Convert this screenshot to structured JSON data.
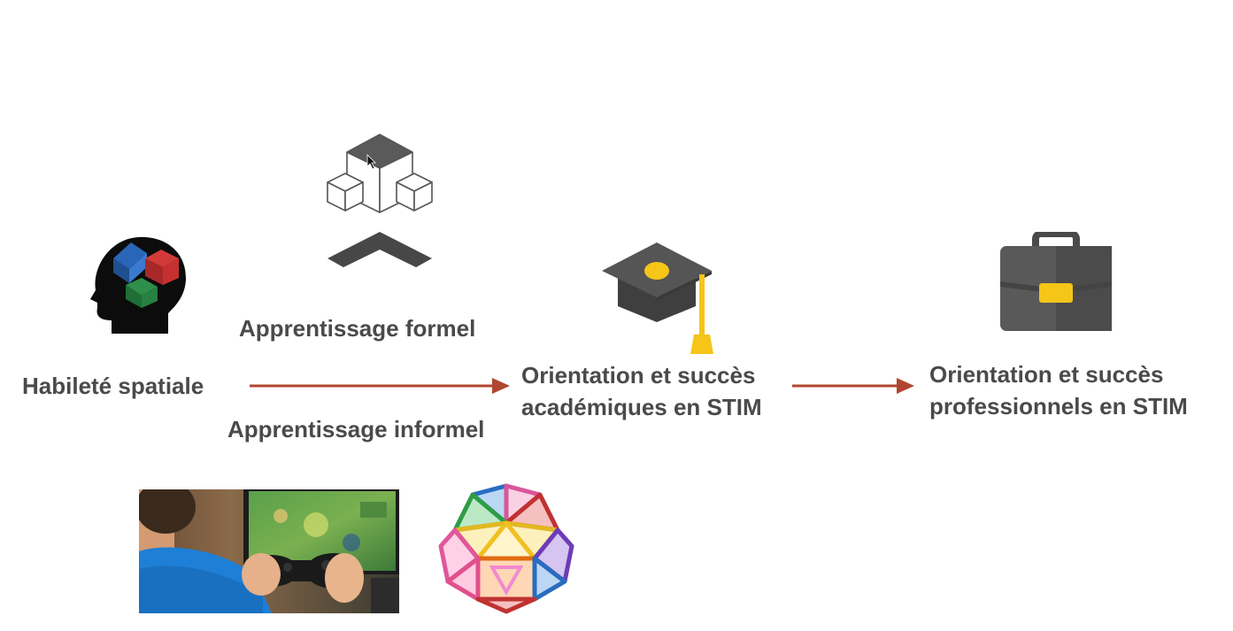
{
  "labels": {
    "spatial_ability": "Habileté spatiale",
    "formal_learning": "Apprentissage formel",
    "informal_learning": "Apprentissage informel",
    "academic_success_line1": "Orientation et succès",
    "academic_success_line2": "académiques en STIM",
    "professional_success_line1": "Orientation et succès",
    "professional_success_line2": "professionnels en STIM"
  },
  "icons": {
    "head": "head-with-cubes-icon",
    "blocks": "isometric-blocks-icon",
    "cap": "graduation-cap-icon",
    "briefcase": "briefcase-icon",
    "controller_photo": "child-playing-video-game-photo",
    "magnetic_toy": "magnetic-tiles-toy-photo"
  },
  "colors": {
    "text": "#4a4a4a",
    "arrow": "#b0462f",
    "icon_dark": "#4c4c4c",
    "accent_yellow": "#f5c518"
  }
}
